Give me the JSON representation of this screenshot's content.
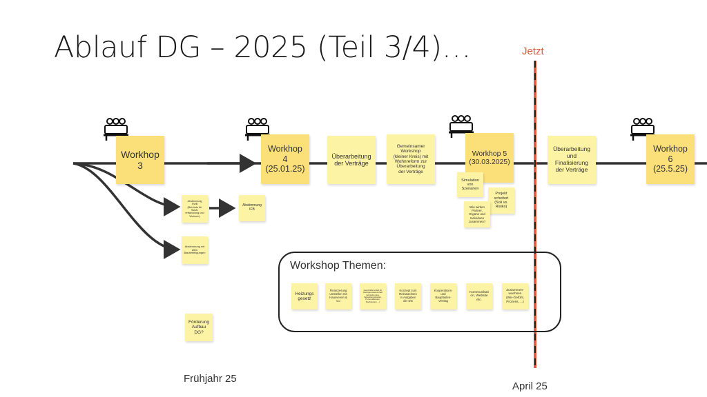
{
  "title": "Ablauf DG – 2025 (Teil 3/4)…",
  "now_label": "Jetzt",
  "timeline_notes": [
    {
      "id": "w3",
      "text": "Workhop\n3"
    },
    {
      "id": "w4",
      "text": "Workhop\n4\n(25.01.25)"
    },
    {
      "id": "ueb1",
      "text": "Überarbeitung\nder Verträge"
    },
    {
      "id": "gw",
      "text": "Gemeinsamer\nWorkshop\n(kleiner Kreis) mit\nWohnreform zur\nÜberarbeitung\nder Verträge"
    },
    {
      "id": "w5",
      "text": "Workhop 5\n(30.03.2025)"
    },
    {
      "id": "ueb2",
      "text": "Überarbeitung\nund\nFinalisierung\nder Verträge"
    },
    {
      "id": "w6",
      "text": "Workhop\n6\n(25.5.25)"
    }
  ],
  "side_notes": [
    {
      "id": "sim",
      "text": "Simulation\nvon\nSzenarien"
    },
    {
      "id": "proj",
      "text": "Projekt\nscheitert\n(Soli vs.\nRisiko)"
    },
    {
      "id": "partner",
      "text": "Wie wirken\nPartner,\nOrgane und\nIndividuen\nzusammen?"
    },
    {
      "id": "abst1",
      "text": "Abstimmung\nSWB\n(Behörde für\nStadt-\nentwicklung und\nWohnen)"
    },
    {
      "id": "ifb",
      "text": "Abstimmung\nIFB"
    },
    {
      "id": "abst2",
      "text": "Abstimmung mit\nallen\nBaubeteiligungen"
    },
    {
      "id": "foerd",
      "text": "Förderung\nAufbau\nDG?"
    }
  ],
  "themes": {
    "title": "Workshop Themen:",
    "items": [
      {
        "id": "t1",
        "text": "Heizungs\ngesetz"
      },
      {
        "id": "t2",
        "text": "Finanzierung\numstellen mit\nHausverein &\nCo"
      },
      {
        "id": "t3",
        "text": "Geschäftsmodell für\nDachgenossenschaft\n(Versicherung,\nVerwaltungskosten,\nPersonalkosten,\nDachkosten ...)"
      },
      {
        "id": "t4",
        "text": "Konzept zum\nReinwachsen\nin Aufgaben\nder DG"
      },
      {
        "id": "t5",
        "text": "Kooperations-\nund\nBaupfasten-\nVertrag"
      },
      {
        "id": "t6",
        "text": "Kommunikati\non, Website\netc."
      },
      {
        "id": "t7",
        "text": "Zusammen-\nwachsen\n(Wir-Gefühl,\nProzess, ...)"
      }
    ]
  },
  "axis_labels": {
    "spring": "Frühjahr 25",
    "april": "April 25"
  },
  "colors": {
    "now_line": "#e05a3b",
    "dash": "#222222",
    "line": "#333333",
    "note_dark": "#fbe07a",
    "note_light": "#fdf3a4"
  },
  "icons": [
    "meeting-icon",
    "meeting-icon",
    "meeting-icon",
    "meeting-icon"
  ]
}
